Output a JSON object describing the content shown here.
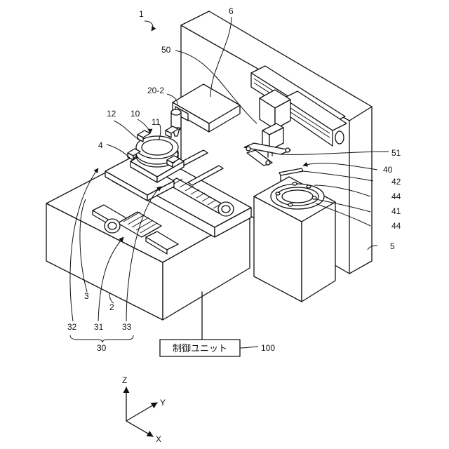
{
  "labels": {
    "device": "1",
    "unit_6": "6",
    "unit_50": "50",
    "unit_20_2": "20-2",
    "unit_12": "12",
    "unit_10": "10",
    "unit_11": "11",
    "unit_4": "4",
    "unit_51": "51",
    "unit_40": "40",
    "unit_42": "42",
    "unit_44a": "44",
    "unit_41": "41",
    "unit_44b": "44",
    "unit_5": "5",
    "unit_3": "3",
    "unit_2": "2",
    "unit_32": "32",
    "unit_31": "31",
    "unit_33": "33",
    "unit_30": "30",
    "unit_100": "100"
  },
  "control_unit": {
    "text": "制御ユニット"
  },
  "axes": {
    "z": "Z",
    "y": "Y",
    "x": "X"
  }
}
